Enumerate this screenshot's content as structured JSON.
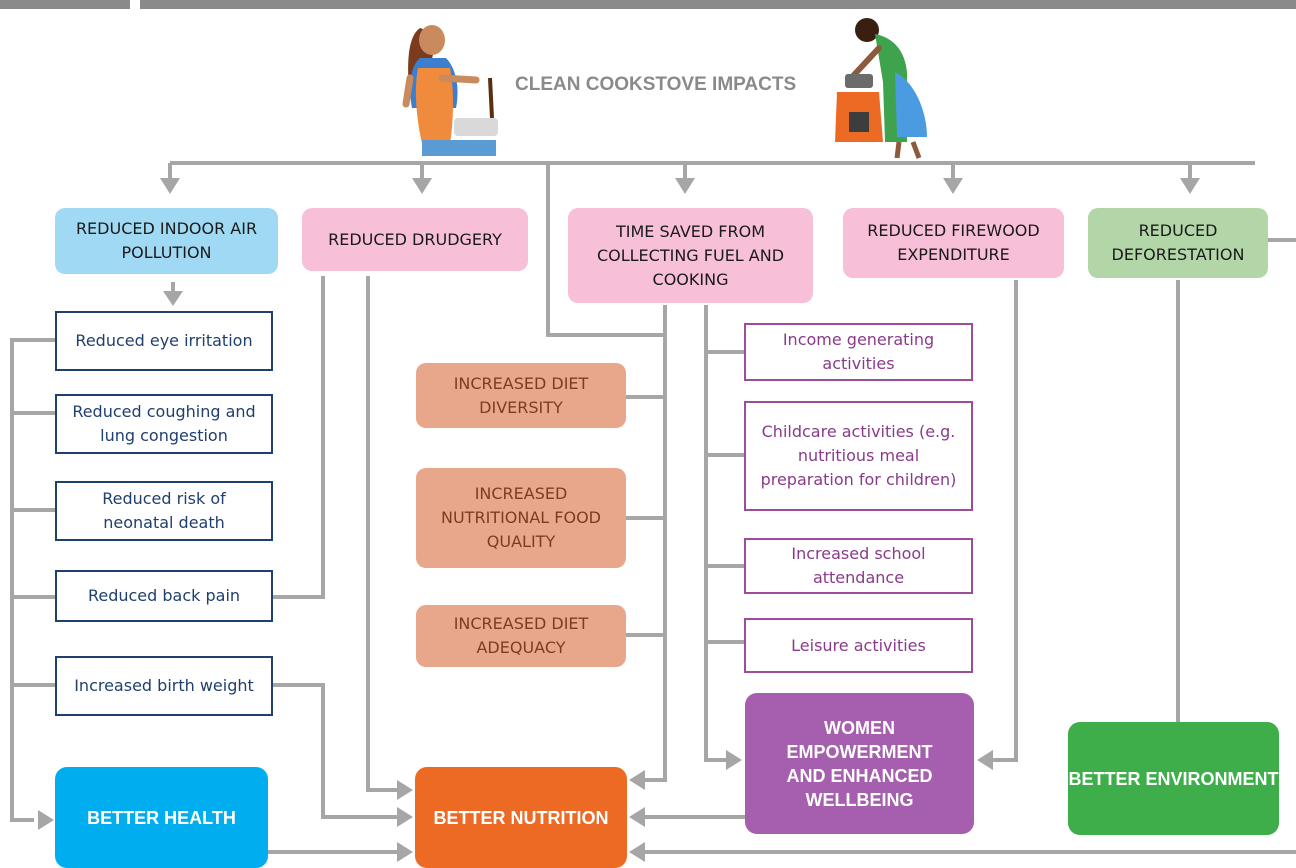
{
  "title": "CLEAN COOKSTOVE IMPACTS",
  "nodes": {
    "indoor_air": "REDUCED INDOOR AIR POLLUTION",
    "drudgery": "REDUCED DRUDGERY",
    "time_saved": "TIME SAVED  FROM COLLECTING FUEL AND COOKING",
    "firewood": "REDUCED FIREWOOD EXPENDITURE",
    "deforestation": "REDUCED DEFORESTATION",
    "eye": "Reduced eye irritation",
    "cough": "Reduced coughing and lung congestion",
    "neonatal": "Reduced risk of neonatal death",
    "back_pain": "Reduced back pain",
    "birth_weight": "Increased birth weight",
    "diet_diversity": "INCREASED DIET DIVERSITY",
    "food_quality": "INCREASED NUTRITIONAL FOOD QUALITY",
    "diet_adequacy": "INCREASED DIET ADEQUACY",
    "income": "Income generating activities",
    "childcare": "Childcare activities (e.g. nutritious meal preparation for children)",
    "school": "Increased school attendance",
    "leisure": "Leisure activities"
  },
  "outcomes": {
    "health": "BETTER HEALTH",
    "nutrition": "BETTER NUTRITION",
    "women": "WOMEN EMPOWERMENT AND ENHANCED WELLBEING",
    "environment": "BETTER ENVIRONMENT"
  },
  "colors": {
    "connector": "#a6a6a6",
    "better_health": "#00aeef",
    "better_nutrition": "#ec6a23",
    "women_empowerment": "#a65fae",
    "better_environment": "#3dae4a"
  },
  "illustrations": [
    "woman-cooking-left-icon",
    "woman-cooking-stove-icon"
  ]
}
